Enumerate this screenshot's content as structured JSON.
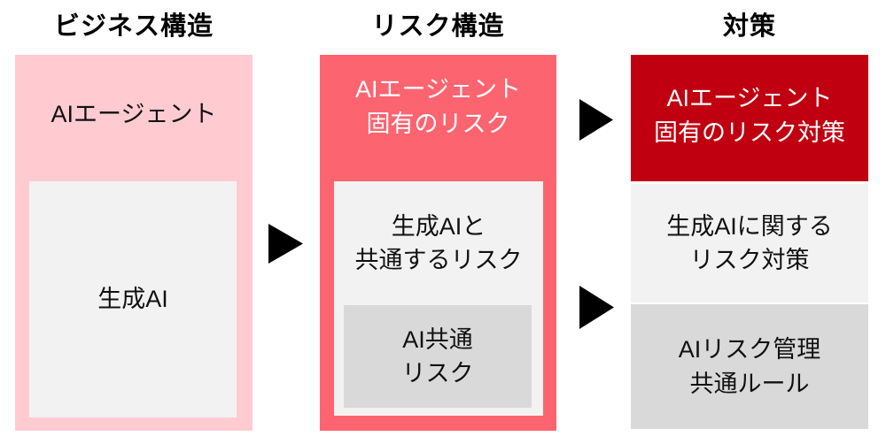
{
  "diagram": {
    "titles": {
      "business": "ビジネス構造",
      "risk": "リスク構造",
      "measures": "対策"
    },
    "business": {
      "agent_label": "AIエージェント",
      "genai_label": "生成AI"
    },
    "risk": {
      "agent_risk_label": "AIエージェント\n固有のリスク",
      "genai_risk_label": "生成AIと\n共通するリスク",
      "common_risk_label": "AI共通\nリスク"
    },
    "measures": {
      "agent_measures_label": "AIエージェント\n固有のリスク対策",
      "genai_measures_label": "生成AIに関する\nリスク対策",
      "common_rules_label": "AIリスク管理\n共通ルール"
    },
    "icons": {
      "arrow_right": "▶"
    },
    "colors": {
      "pink": "#ffcbd1",
      "coral_red": "#fc6470",
      "dark_red": "#c00010",
      "light_gray": "#f2f2f2",
      "mid_gray": "#d9d9d9",
      "arrow_black": "#000000",
      "title_text": "#000000",
      "body_text": "#111111",
      "label_on_red": "#ffffff"
    }
  }
}
